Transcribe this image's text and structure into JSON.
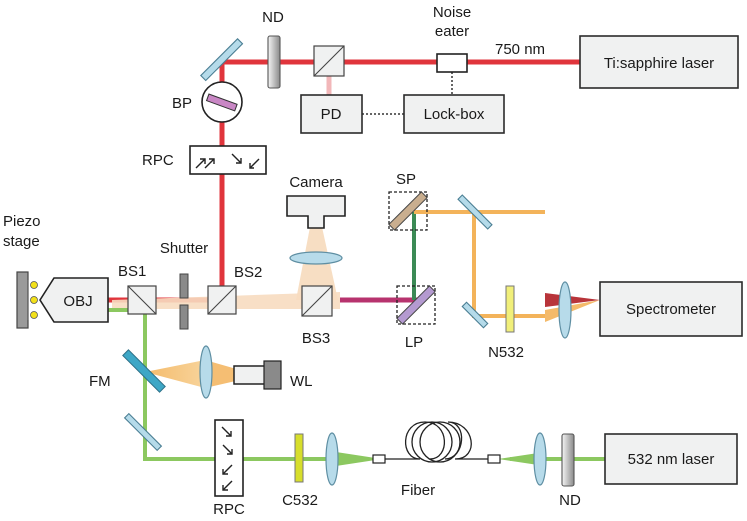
{
  "colors": {
    "red_beam": "#e0353c",
    "green_beam": "#8cc860",
    "dark_green_beam": "#3b8a55",
    "orange_beam": "#f3b35a",
    "white_light": "#f6d7b0",
    "camera_beam": "#f7dcc0",
    "pd_beam": "#f2b7b9",
    "lens": "#b7dbea",
    "box_fill": "#f0f1f1",
    "piezo_dots": "#f2e01a",
    "filter_yellow": "#f1ef7a",
    "filter_c532": "#d7de2b",
    "bp_filter": "#c987c5",
    "lp_filter": "#b49ad0",
    "sp_filter": "#c9ae8f"
  },
  "components": {
    "lasers": {
      "ti_sapphire": "Ti:sapphire laser",
      "green_laser": "532 nm laser",
      "wavelength_750": "750 nm"
    },
    "detection": {
      "spectrometer": "Spectrometer",
      "camera": "Camera",
      "photodiode": "PD",
      "lock_box": "Lock-box"
    },
    "noise_eater": [
      "Noise",
      "eater"
    ],
    "objective": "OBJ",
    "piezo_stage": [
      "Piezo",
      "stage"
    ],
    "beamsplitters": [
      "BS1",
      "BS2",
      "BS3"
    ],
    "filters": {
      "nd_top": "ND",
      "nd_bottom": "ND",
      "bp": "BP",
      "sp": "SP",
      "lp": "LP",
      "n532": "N532",
      "c532": "C532"
    },
    "rpc_top": "RPC",
    "rpc_bottom": "RPC",
    "shutter": "Shutter",
    "flip_mirror": "FM",
    "white_light": "WL",
    "fiber": "Fiber"
  }
}
